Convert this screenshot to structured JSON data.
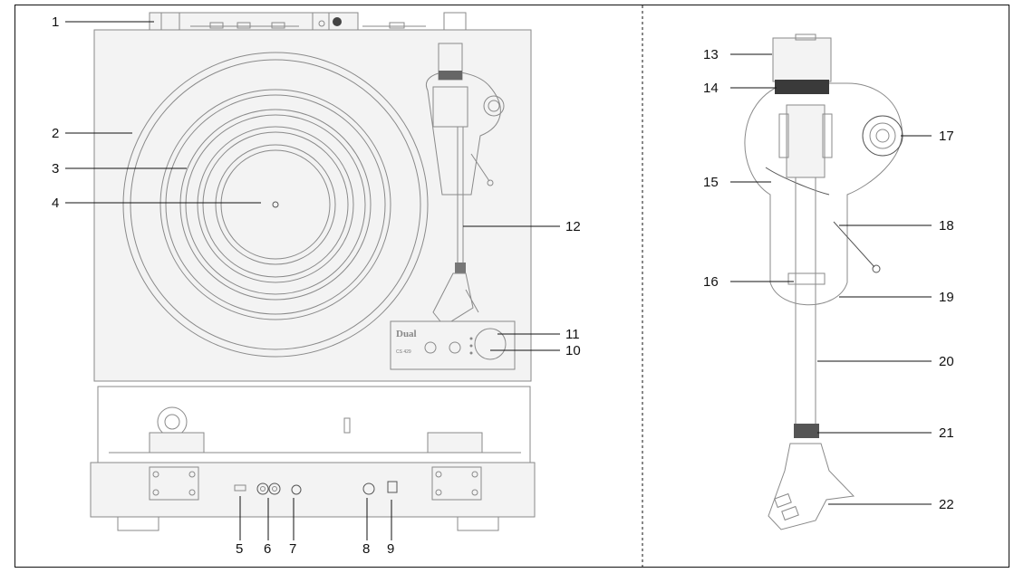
{
  "callouts": {
    "c1": "1",
    "c2": "2",
    "c3": "3",
    "c4": "4",
    "c5": "5",
    "c6": "6",
    "c7": "7",
    "c8": "8",
    "c9": "9",
    "c10": "10",
    "c11": "11",
    "c12": "12",
    "c13": "13",
    "c14": "14",
    "c15": "15",
    "c16": "16",
    "c17": "17",
    "c18": "18",
    "c19": "19",
    "c20": "20",
    "c21": "21",
    "c22": "22"
  },
  "device": {
    "brand": "Dual",
    "model": "CS 429"
  }
}
